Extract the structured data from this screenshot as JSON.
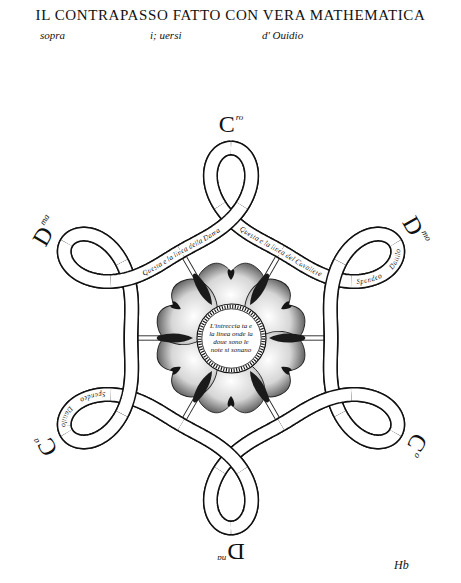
{
  "diagram": {
    "title": "IL CONTRAPASSO FATTO CON VERA MATHEMATICA",
    "nodes": [
      {
        "text": [
          "L'intreccia ta e la linea onde la doue sono le note si sonano"
        ]
      }
    ],
    "labels": [
      "sopra",
      "i; uersi",
      "d' Ouidio",
      "C",
      "ro",
      "D",
      "ma",
      "Questa e la linea della Dama",
      "Questa e la linea del Cavaliere",
      "Spondeo",
      "Dattilo",
      "D",
      "mo",
      "C",
      "a",
      "C",
      "o",
      "Dattilo",
      "Spondeo",
      "D",
      "na",
      "Hb"
    ]
  }
}
